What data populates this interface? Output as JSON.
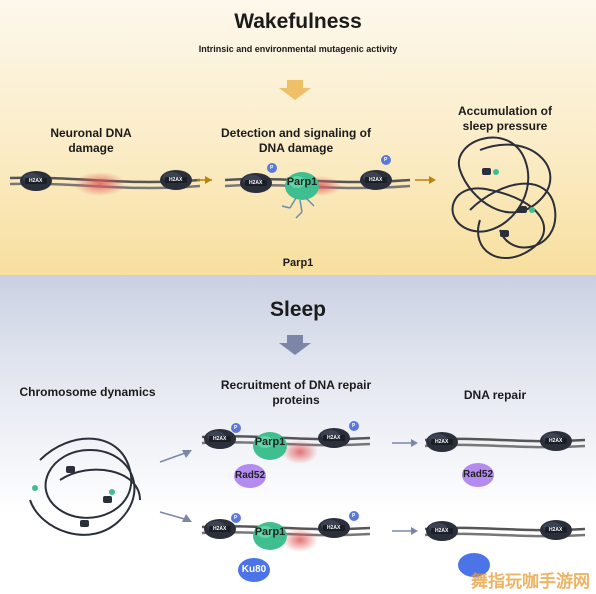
{
  "wakefulness": {
    "title": "Wakefulness",
    "subtitle": "Intrinsic and environmental mutagenic activity",
    "stage1": "Neuronal DNA damage",
    "stage2": "Detection and signaling of DNA damage",
    "stage3": "Accumulation of sleep pressure",
    "transition": "Parp1"
  },
  "sleep": {
    "title": "Sleep",
    "stage1": "Chromosome dynamics",
    "stage2": "Recruitment of DNA repair proteins",
    "stage3": "DNA repair"
  },
  "proteins": {
    "parp1": "Parp1",
    "rad52": "Rad52",
    "ku80": "Ku80",
    "histone": "H2AX",
    "phospho": "P"
  },
  "colors": {
    "wake_bg": "#fbecc6",
    "sleep_bg": "#c9d0e2",
    "parp1": "#3fbf8f",
    "rad52": "#b48cf0",
    "ku80": "#4a74e8",
    "damage": "#e05a5a",
    "chromatin": "#2a2f3a"
  },
  "watermark": "舞指玩咖手游网"
}
